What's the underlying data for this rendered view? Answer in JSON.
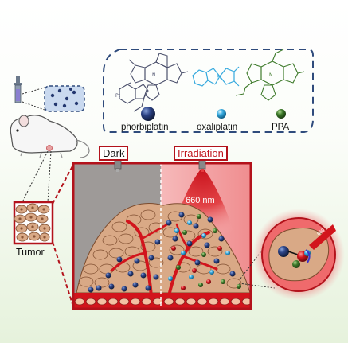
{
  "legend": {
    "items": [
      {
        "label": "phorbiplatin",
        "color": "#23376f"
      },
      {
        "label": "oxaliplatin",
        "color": "#35a9de"
      },
      {
        "label": "PPA",
        "color": "#3d7a2a"
      }
    ]
  },
  "panels": {
    "dark_label": "Dark",
    "irradiation_label": "Irradiation",
    "wavelength_label": "660 nm"
  },
  "tumor_label": "Tumor",
  "colors": {
    "frame_red": "#b3121b",
    "dark_panel": "#9e9a98",
    "tissue": "#d9a986",
    "vessel": "#d2141c",
    "phorbiplatin": "#23376f",
    "oxaliplatin": "#35a9de",
    "ppa": "#3d7a2a",
    "structure_phorbiplatin": "#4a4f6b",
    "structure_oxaliplatin": "#35a9de",
    "structure_ppa": "#3d7a2a",
    "background_bottom": "#e6f2dc"
  },
  "icons": [
    "syringe-icon",
    "nanoparticle-vial-icon",
    "mouse-icon",
    "light-source-icon"
  ]
}
